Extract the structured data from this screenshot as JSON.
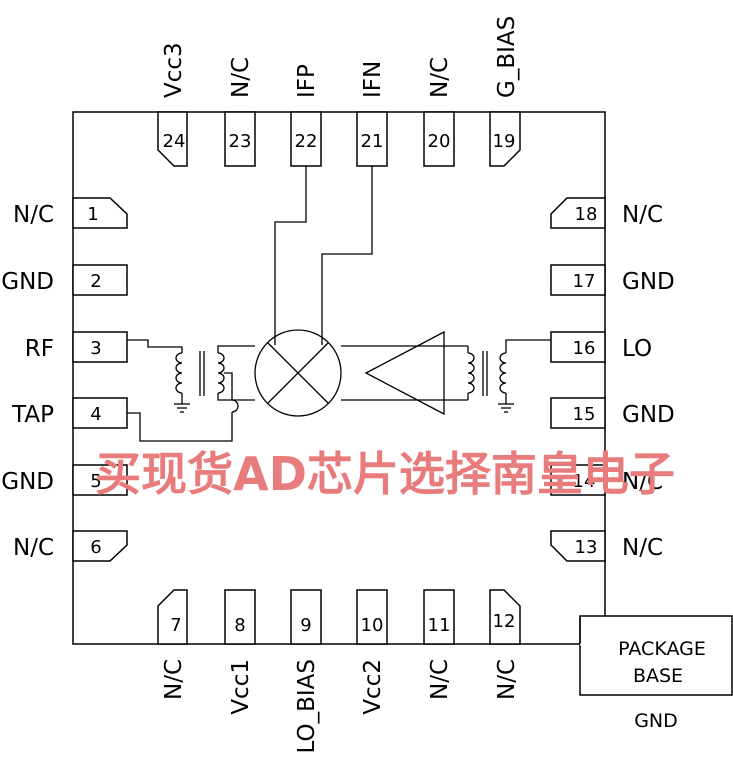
{
  "top_pins": [
    {
      "num": "24",
      "name": "Vcc3"
    },
    {
      "num": "23",
      "name": "N/C"
    },
    {
      "num": "22",
      "name": "IFP"
    },
    {
      "num": "21",
      "name": "IFN"
    },
    {
      "num": "20",
      "name": "N/C"
    },
    {
      "num": "19",
      "name": "G_BIAS"
    }
  ],
  "left_pins": [
    {
      "num": "1",
      "name": "N/C"
    },
    {
      "num": "2",
      "name": "GND"
    },
    {
      "num": "3",
      "name": "RF"
    },
    {
      "num": "4",
      "name": "TAP"
    },
    {
      "num": "5",
      "name": "GND"
    },
    {
      "num": "6",
      "name": "N/C"
    }
  ],
  "right_pins": [
    {
      "num": "18",
      "name": "N/C"
    },
    {
      "num": "17",
      "name": "GND"
    },
    {
      "num": "16",
      "name": "LO"
    },
    {
      "num": "15",
      "name": "GND"
    },
    {
      "num": "14",
      "name": "N/C"
    },
    {
      "num": "13",
      "name": "N/C"
    }
  ],
  "bottom_pins": [
    {
      "num": "7",
      "name": "N/C"
    },
    {
      "num": "8",
      "name": "Vcc1"
    },
    {
      "num": "9",
      "name": "LO_BIAS"
    },
    {
      "num": "10",
      "name": "Vcc2"
    },
    {
      "num": "11",
      "name": "N/C"
    },
    {
      "num": "12",
      "name": "N/C"
    }
  ],
  "package_base": {
    "line1": "PACKAGE",
    "line2": "BASE",
    "label": "GND"
  },
  "watermark": "买现货AD芯片选择南皇电子"
}
